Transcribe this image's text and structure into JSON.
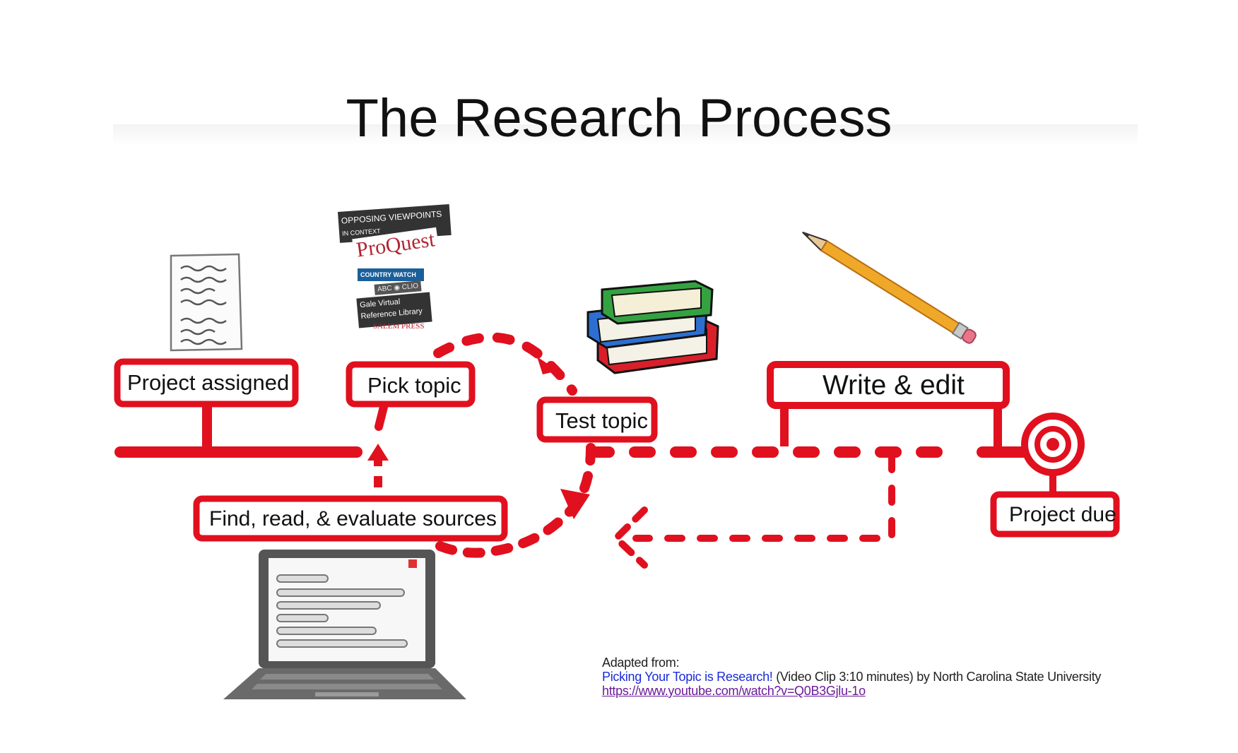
{
  "title": "The Research Process",
  "nodes": {
    "project_assigned": "Project assigned",
    "pick_topic": "Pick topic",
    "test_topic": "Test topic",
    "write_edit": "Write & edit",
    "find_sources": "Find, read, & evaluate sources",
    "project_due": "Project due"
  },
  "logos": {
    "opposing_viewpoints": "OPPOSING VIEWPOINTS",
    "in_context": "IN CONTEXT",
    "proquest": "ProQuest",
    "countrywatch": "COUNTRY WATCH",
    "abc_clio": "ABC ◉ CLIO",
    "gale_line1": "Gale Virtual",
    "gale_line2": "Reference Library",
    "salem": "SALEM PRESS"
  },
  "credit": {
    "adapted": "Adapted from:",
    "video_title": "Picking Your Topic is Research!",
    "video_info": " (Video Clip 3:10 minutes) by North Carolina State University",
    "url": "https://www.youtube.com/watch?v=Q0B3Gjlu-1o"
  },
  "icons": [
    "document-icon",
    "books-icon",
    "pencil-icon",
    "laptop-icon",
    "target-icon"
  ],
  "colors": {
    "accent": "#e1101e",
    "title": "#111111",
    "link": "#1a2bd8",
    "url": "#6a1b9a"
  }
}
